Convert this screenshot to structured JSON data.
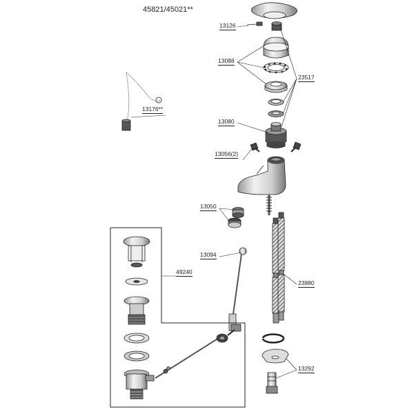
{
  "title": "45821/45021**",
  "labels": {
    "p13126": "13126",
    "p13088": "13088",
    "p23517": "23517",
    "p13176": "13176**",
    "p13080": "13080",
    "p13056": "13056(2)",
    "p13050": "13050",
    "p13094": "13094",
    "p49240": "49240",
    "p23880": "23880",
    "p13292": "13292"
  },
  "colors": {
    "line": "#222222",
    "chrome": "#d9d9d9",
    "dark": "#444444"
  }
}
